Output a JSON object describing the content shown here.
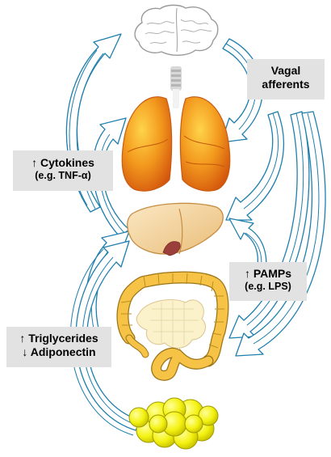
{
  "organs": {
    "brain": "brain",
    "lungs": "lungs",
    "liver": "liver",
    "intestine": "intestine",
    "adipose": "adipose tissue"
  },
  "labels": {
    "vagal": {
      "line1": "Vagal",
      "line2": "afferents"
    },
    "cytokines": {
      "line1": "↑ Cytokines",
      "line2": "(e.g. TNF-α)"
    },
    "pamps": {
      "line1": "↑ PAMPs",
      "line2": "(e.g. LPS)"
    },
    "lipids": {
      "line1": "↑ Triglycerides",
      "line2": "↓ Adiponectin"
    }
  },
  "colors": {
    "arrow_fill": "#ffffff",
    "arrow_stroke": "#1e7fad",
    "label_bg": "#e2e2e2",
    "lung": "#f07a14",
    "liver": "#f7d9a0",
    "intestine": "#f6c347",
    "adipose": "#f2f20e"
  }
}
